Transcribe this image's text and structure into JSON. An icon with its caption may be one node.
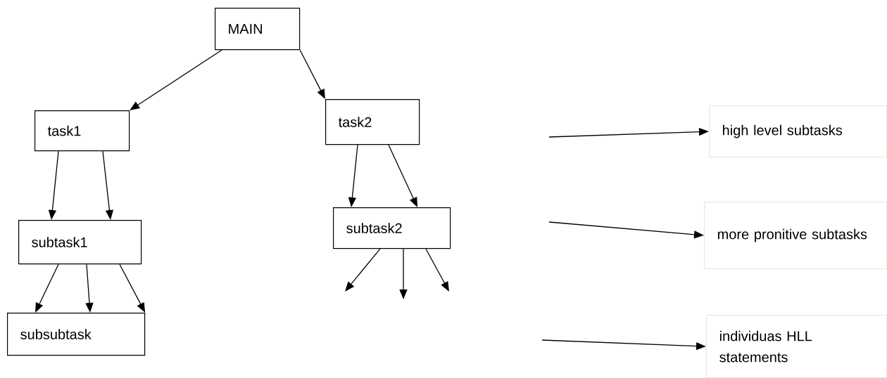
{
  "diagram": {
    "nodes": [
      {
        "text": [
          "MAIN"
        ]
      },
      {
        "text": [
          "task1"
        ]
      },
      {
        "text": [
          "task2"
        ]
      },
      {
        "text": [
          "subtask1"
        ]
      },
      {
        "text": [
          "subtask2"
        ]
      },
      {
        "text": [
          "subsubtask"
        ]
      },
      {
        "text": [
          "high level subtasks"
        ]
      },
      {
        "text": [
          "more pronitive subtasks"
        ]
      },
      {
        "text": [
          "individuas HLL statements"
        ]
      }
    ],
    "edges": [
      {
        "from": 0,
        "to": 1,
        "arrow": "to"
      },
      {
        "from": 0,
        "to": 2,
        "arrow": "to"
      },
      {
        "from": 1,
        "to": 3,
        "arrow": "to"
      },
      {
        "from": 1,
        "to": 3,
        "arrow": "to"
      },
      {
        "from": 2,
        "to": 4,
        "arrow": "to"
      },
      {
        "from": 2,
        "to": 4,
        "arrow": "to"
      },
      {
        "from": 3,
        "to": 5,
        "arrow": "to"
      },
      {
        "from": 3,
        "to": 5,
        "arrow": "to"
      },
      {
        "from": 3,
        "to": 5,
        "arrow": "to"
      },
      {
        "from": 4,
        "to": null,
        "arrow": "to"
      },
      {
        "from": 4,
        "to": null,
        "arrow": "to"
      },
      {
        "from": 4,
        "to": null,
        "arrow": "to"
      },
      {
        "from": null,
        "to": 6,
        "arrow": "to"
      },
      {
        "from": null,
        "to": 7,
        "arrow": "to"
      },
      {
        "from": null,
        "to": 8,
        "arrow": "to"
      }
    ]
  }
}
